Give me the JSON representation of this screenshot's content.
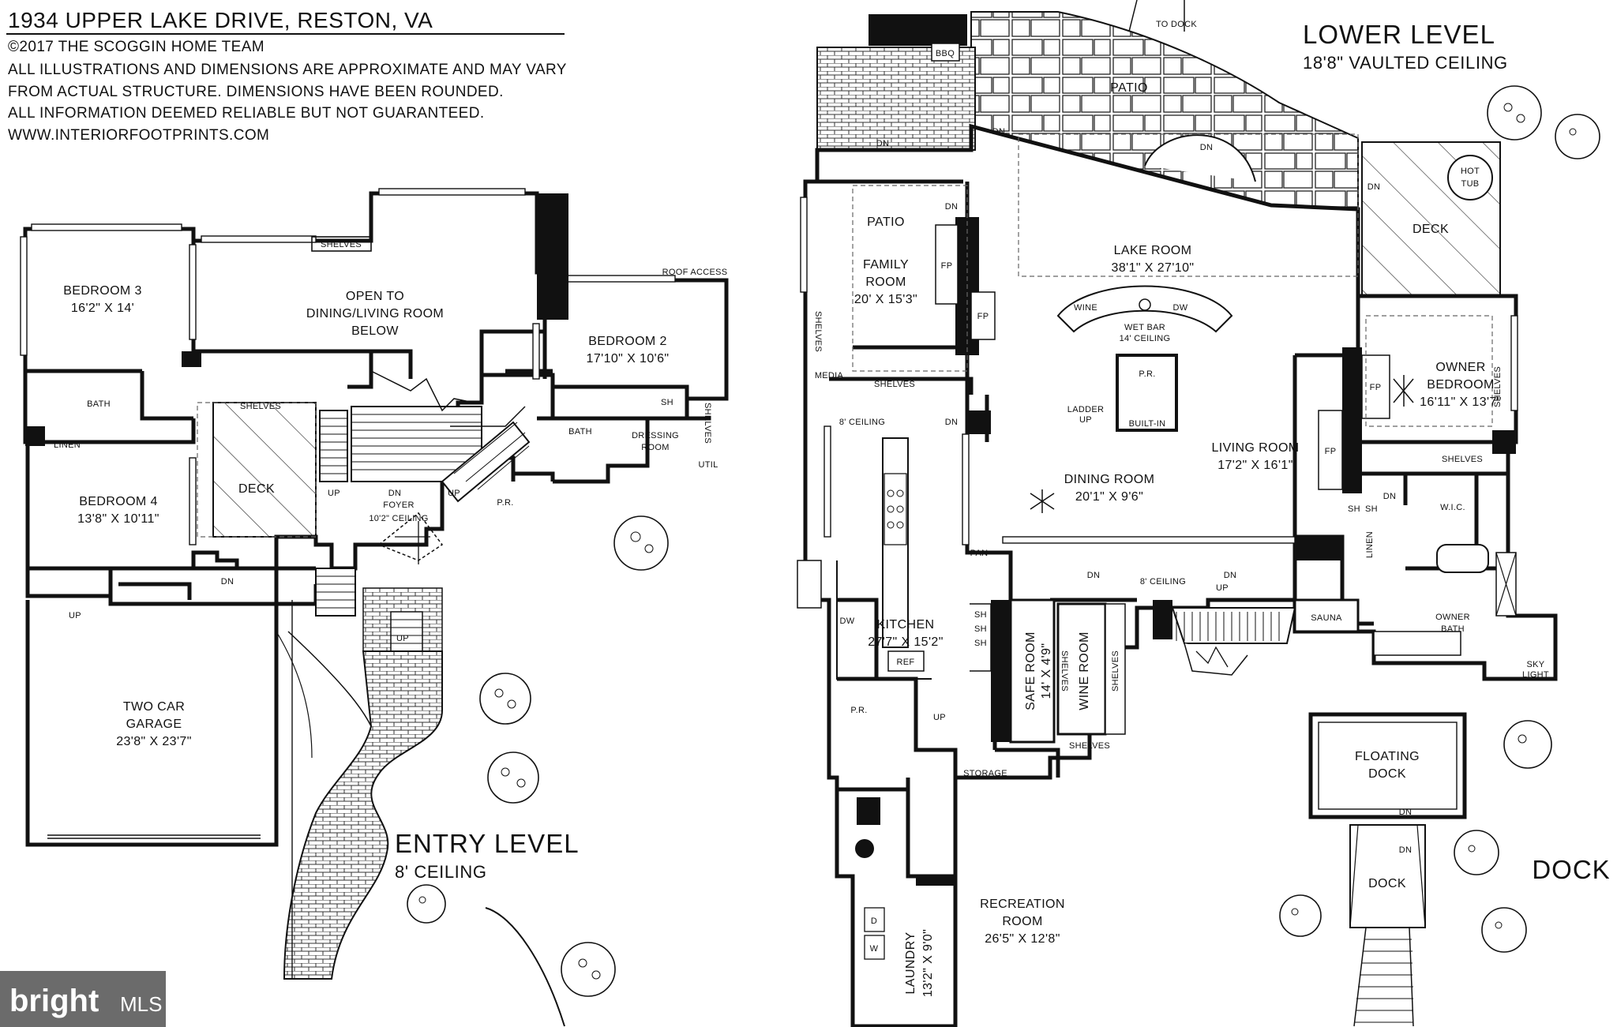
{
  "header": {
    "title": "1934 UPPER LAKE DRIVE, RESTON, VA",
    "lines": [
      "©2017 THE SCOGGIN HOME TEAM",
      "ALL ILLUSTRATIONS AND DIMENSIONS ARE APPROXIMATE AND MAY VARY",
      "FROM ACTUAL STRUCTURE. DIMENSIONS HAVE BEEN ROUNDED.",
      "ALL INFORMATION DEEMED RELIABLE BUT NOT GUARANTEED.",
      "WWW.INTERIORFOOTPRINTS.COM"
    ]
  },
  "entry_level": {
    "title": "ENTRY LEVEL",
    "ceiling": "8' CEILING",
    "rooms": {
      "bedroom3": [
        "BEDROOM 3",
        "16'2\" X 14'"
      ],
      "open_to": [
        "OPEN TO",
        "DINING/LIVING ROOM",
        "BELOW"
      ],
      "bedroom2": [
        "BEDROOM 2",
        "17'10\" X 10'6\""
      ],
      "bedroom4": [
        "BEDROOM 4",
        "13'8\" X 10'11\""
      ],
      "deck": "DECK",
      "foyer": [
        "FOYER",
        "10'2\" CEILING"
      ],
      "garage": [
        "TWO CAR",
        "GARAGE",
        "23'8\" X 23'7\""
      ],
      "dressing": [
        "DRESSING",
        "ROOM"
      ]
    },
    "small": {
      "shelves_top": "SHELVES",
      "shelves_mid": "SHELVES",
      "roof_access": "ROOF ACCESS",
      "bath_a": "BATH",
      "bath_b": "BATH",
      "linen": "LINEN",
      "sh": "SH",
      "shelves_v": "SHELVES",
      "util": "UTIL",
      "pr": "P.R.",
      "up_a": "UP",
      "up_b": "UP",
      "up_c": "UP",
      "up_d": "UP",
      "dn_a": "DN",
      "dn_b": "DN"
    }
  },
  "lower_level": {
    "title": "LOWER LEVEL",
    "ceiling": "18'8\" VAULTED CEILING",
    "rooms": {
      "patio_a": "PATIO",
      "patio_b": "PATIO",
      "family": [
        "FAMILY",
        "ROOM",
        "20' X 15'3\""
      ],
      "lake": [
        "LAKE ROOM",
        "38'1\" X 27'10\""
      ],
      "deck": "DECK",
      "hot_tub": [
        "HOT",
        "TUB"
      ],
      "owner_bed": [
        "OWNER",
        "BEDROOM",
        "16'11\" X 13'7\""
      ],
      "living": [
        "LIVING ROOM",
        "17'2\" X 16'1\""
      ],
      "dining": [
        "DINING ROOM",
        "20'1\" X 9'6\""
      ],
      "kitchen": [
        "KITCHEN",
        "27'7\" X 15'2\""
      ],
      "safe": [
        "SAFE ROOM",
        "14' X 4'9\""
      ],
      "wine": "WINE ROOM",
      "recreation": [
        "RECREATION",
        "ROOM",
        "26'5\" X 12'8\""
      ],
      "laundry": [
        "LAUNDRY",
        "13'2\" X 9'0\""
      ],
      "owner_bath": [
        "OWNER",
        "BATH"
      ],
      "wic": "W.I.C.",
      "sauna": "SAUNA",
      "storage": "STORAGE",
      "wet_bar": [
        "WET BAR",
        "14' CEILING"
      ]
    },
    "small": {
      "to_dock": "TO DOCK",
      "bbq": "BBQ",
      "dn_patio": "DN",
      "dn_1": "DN",
      "dn_2": "DN",
      "dn_3": "DN",
      "dn_4": "DN",
      "dn_5": "DN",
      "dn_6": "DN",
      "dn_7": "DN",
      "dn_8": "DN",
      "fp_1": "FP",
      "fp_2": "FP",
      "fp_3": "FP",
      "fp_4": "FP",
      "shelves_1": "SHELVES",
      "shelves_2": "SHELVES",
      "shelves_3": "SHELVES",
      "shelves_4": "SHELVES",
      "shelves_5": "SHELVES",
      "shelves_6": "SHELVES",
      "shelves_7": "SHELVES",
      "media": "MEDIA",
      "ceiling_8a": "8' CEILING",
      "ceiling_8b": "8' CEILING",
      "wine_lbl": "WINE",
      "dw_lbl": "DW",
      "pr_1": "P.R.",
      "pr_2": "P.R.",
      "ladder": [
        "LADDER",
        "UP"
      ],
      "built_in": "BUILT-IN",
      "pan": "PAN",
      "linen": "LINEN",
      "sh_a": "SH",
      "sh_b": "SH",
      "sh_c": "SH",
      "sh_d": "SH",
      "sh_e": "SH",
      "dw_k": "DW",
      "ref": "REF",
      "up_1": "UP",
      "up_2": "UP",
      "sky": [
        "SKY",
        "LIGHT"
      ],
      "w": "W",
      "d": "D"
    }
  },
  "dock": {
    "title": "DOCK",
    "floating": [
      "FLOATING",
      "DOCK"
    ],
    "dock_label": "DOCK",
    "dn_1": "DN",
    "dn_2": "DN"
  },
  "logo": {
    "brand": "bright",
    "suffix": "MLS"
  }
}
